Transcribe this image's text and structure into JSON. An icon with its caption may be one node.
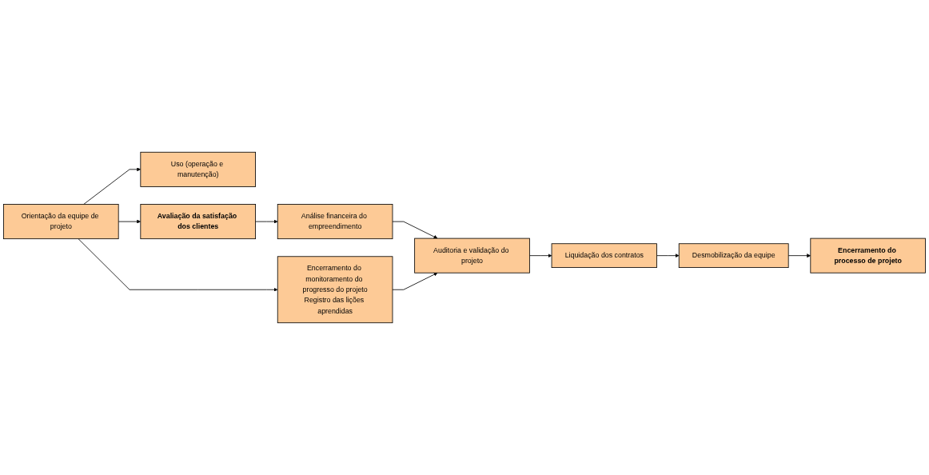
{
  "diagram": {
    "nodes": [
      {
        "text": [
          "Orientação da equipe de projeto"
        ]
      },
      {
        "text": [
          "Uso (operação e manutenção)"
        ]
      },
      {
        "text": [
          "Avaliação da satisfação dos clientes"
        ]
      },
      {
        "text": [
          "Análise financeira do empreendimento"
        ]
      },
      {
        "text": [
          "Auditoria e validação do projeto"
        ]
      },
      {
        "text": [
          "Liquidação dos contratos"
        ]
      },
      {
        "text": [
          "Encerramento do monitoramento do progresso do projeto",
          "Registro das lições aprendidas"
        ]
      },
      {
        "text": [
          "Desmobilização da equipe"
        ]
      },
      {
        "text": [
          "Encerramento do processo de projeto"
        ]
      }
    ],
    "edges": [
      {
        "from": 0,
        "to": 2,
        "arrow": "to"
      },
      {
        "from": 0,
        "to": 1,
        "arrow": "to"
      },
      {
        "from": 0,
        "to": 6,
        "arrow": "to"
      },
      {
        "from": 2,
        "to": 3,
        "arrow": "to"
      },
      {
        "from": 3,
        "to": 4,
        "arrow": "to"
      },
      {
        "from": 6,
        "to": 4,
        "arrow": "to"
      },
      {
        "from": 4,
        "to": 5,
        "arrow": "to"
      },
      {
        "from": 5,
        "to": 7,
        "arrow": "to"
      },
      {
        "from": 7,
        "to": 8,
        "arrow": "to"
      }
    ]
  }
}
